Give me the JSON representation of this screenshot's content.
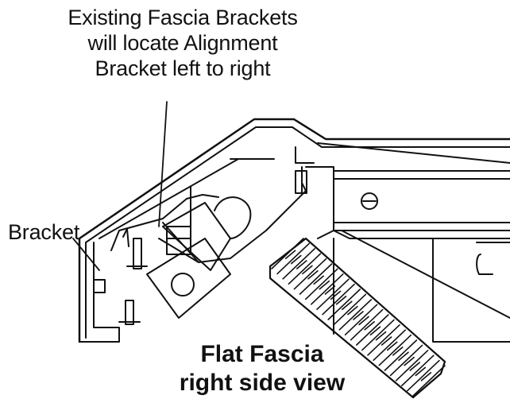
{
  "callouts": {
    "top": [
      "Existing Fascia Brackets",
      "will locate Alignment",
      "Bracket left to right"
    ],
    "left": "Bracket"
  },
  "caption": [
    "Flat Fascia",
    "right side view"
  ],
  "colors": {
    "line": "#111111",
    "background": "#ffffff"
  }
}
